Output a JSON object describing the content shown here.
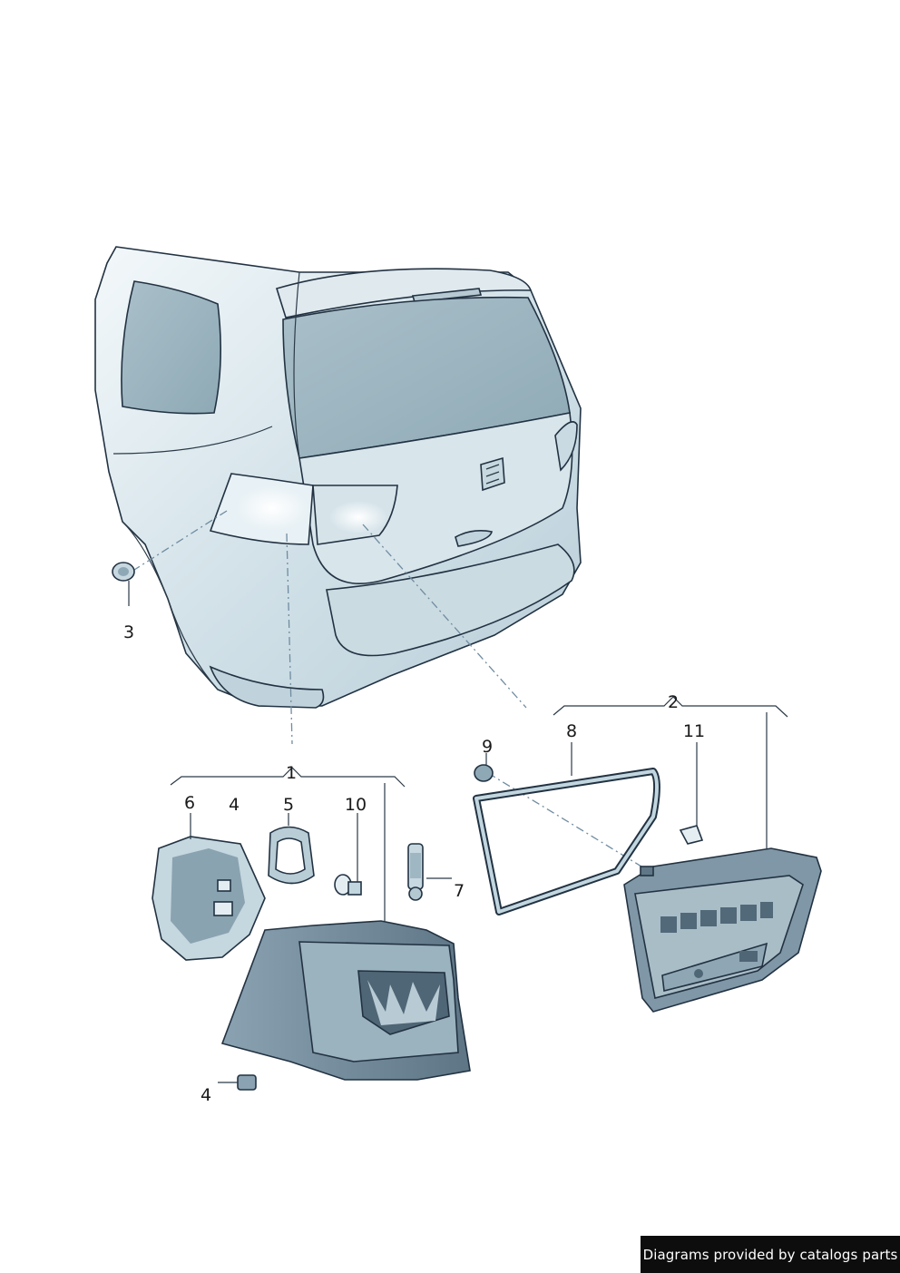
{
  "diagram": {
    "callouts": {
      "c1": "1",
      "c2": "2",
      "c3": "3",
      "c4a": "4",
      "c4b": "4",
      "c5": "5",
      "c6": "6",
      "c7": "7",
      "c8": "8",
      "c9": "9",
      "c10": "10",
      "c11": "11"
    },
    "colors": {
      "body_light": "#e4eef2",
      "body_mid": "#c2d6df",
      "glass": "#9fb7c2",
      "lamp_dark": "#7f97a6",
      "lamp_deep": "#5f7787",
      "outline": "#223242"
    }
  },
  "footer": {
    "credit": "Diagrams provided by catalogs parts"
  }
}
